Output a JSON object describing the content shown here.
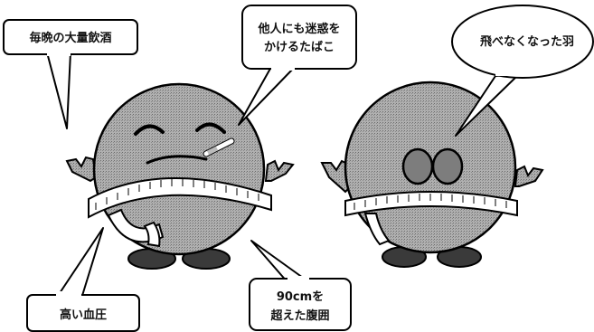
{
  "callouts": {
    "heavy_drinking": "毎晩の大量飲酒",
    "smoking_line1": "他人にも迷惑を",
    "smoking_line2": "かけるたばこ",
    "lost_wings": "飛べなくなった羽",
    "high_blood_pressure": "高い血圧",
    "waist_line1": "90cmを",
    "waist_line2": "超えた腹囲"
  },
  "colors": {
    "body_fill": "#a9a9a9",
    "outline": "#000000",
    "tape": "#ffffff",
    "feet": "#3a3a3a",
    "eyes": "#7d7d7d"
  }
}
